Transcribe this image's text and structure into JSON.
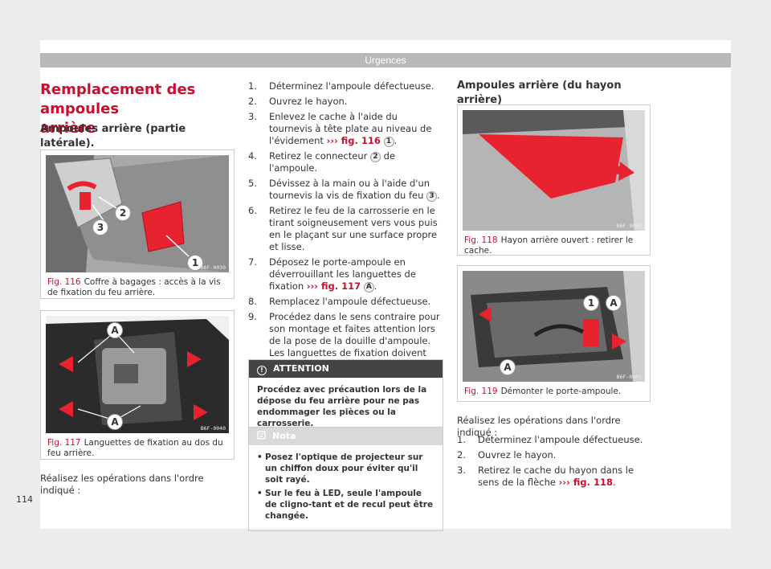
{
  "header": {
    "title": "Urgences"
  },
  "col1": {
    "title_line1": "Remplacement des ampoules",
    "title_line2": "arrière",
    "subtitle": "Ampoules arrière (partie latérale).",
    "fig116": {
      "code": "B6F-0039",
      "num": "Fig. 116",
      "caption": "Coffre à bagages : accès à la vis de fixation du feu arrière.",
      "labels": [
        "1",
        "2",
        "3"
      ]
    },
    "fig117": {
      "code": "B6F-0040",
      "num": "Fig. 117",
      "caption": "Languettes de fixation au dos du feu arrière.",
      "labels": [
        "A",
        "A"
      ]
    },
    "para": "Réalisez les opérations dans l'ordre indiqué :",
    "page_number": "114"
  },
  "col2": {
    "steps": [
      {
        "n": "1.",
        "text": "Déterminez l'ampoule défectueuse."
      },
      {
        "n": "2.",
        "text": "Ouvrez le hayon."
      },
      {
        "n": "3.",
        "text": "Enlevez le cache à l'aide du tournevis à tête plate au niveau de l'évidement",
        "ref": "››› fig. 116",
        "badge": "1",
        "tail": "."
      },
      {
        "n": "4.",
        "text": "Retirez le connecteur",
        "badge": "2",
        "tail": " de l'ampoule."
      },
      {
        "n": "5.",
        "text": "Dévissez à la main ou à l'aide d'un tournevis la vis de fixation du feu",
        "badge": "3",
        "tail": "."
      },
      {
        "n": "6.",
        "text": "Retirez le feu de la carrosserie en le tirant soigneusement vers vous puis en le plaçant sur une surface propre et lisse."
      },
      {
        "n": "7.",
        "text": "Déposez le porte-ampoule en déverrouillant les languettes de fixation",
        "ref": "››› fig. 117",
        "badge": "A",
        "tail": "."
      },
      {
        "n": "8.",
        "text": "Remplacez l'ampoule défectueuse."
      },
      {
        "n": "9.",
        "text": "Procédez dans le sens contraire pour son montage et faites attention lors de la pose de la douille d'ampoule. Les languettes de fixation doivent s'encastrer de manière audible."
      }
    ],
    "attention": {
      "label": "ATTENTION",
      "text": "Procédez avec précaution lors de la dépose du feu arrière pour ne pas endommager les pièces ou la carrosserie."
    },
    "nota": {
      "label": "Nota",
      "items": [
        "Posez l'optique de projecteur sur un chiffon doux pour éviter qu'il soit rayé.",
        "Sur le feu à LED, seule l'ampoule de cligno-tant et de recul peut être changée."
      ]
    }
  },
  "col3": {
    "subtitle": "Ampoules arrière (du hayon arrière)",
    "fig118": {
      "code": "B6F-0041",
      "num": "Fig. 118",
      "caption": "Hayon arrière ouvert : retirer le cache."
    },
    "fig119": {
      "code": "B6F-0042",
      "num": "Fig. 119",
      "caption": "Démonter le porte-ampoule.",
      "labels": [
        "1",
        "A",
        "A"
      ]
    },
    "para": "Réalisez les opérations dans l'ordre indiqué :",
    "steps": [
      {
        "n": "1.",
        "text": "Déterminez l'ampoule défectueuse."
      },
      {
        "n": "2.",
        "text": "Ouvrez le hayon."
      },
      {
        "n": "3.",
        "text": "Retirez le cache du hayon dans le sens de la flèche",
        "ref": "››› fig. 118",
        "tail": "."
      }
    ]
  },
  "colors": {
    "accent": "#c8102e",
    "header_bg": "#b8b8b8",
    "page_bg": "#ececec"
  }
}
